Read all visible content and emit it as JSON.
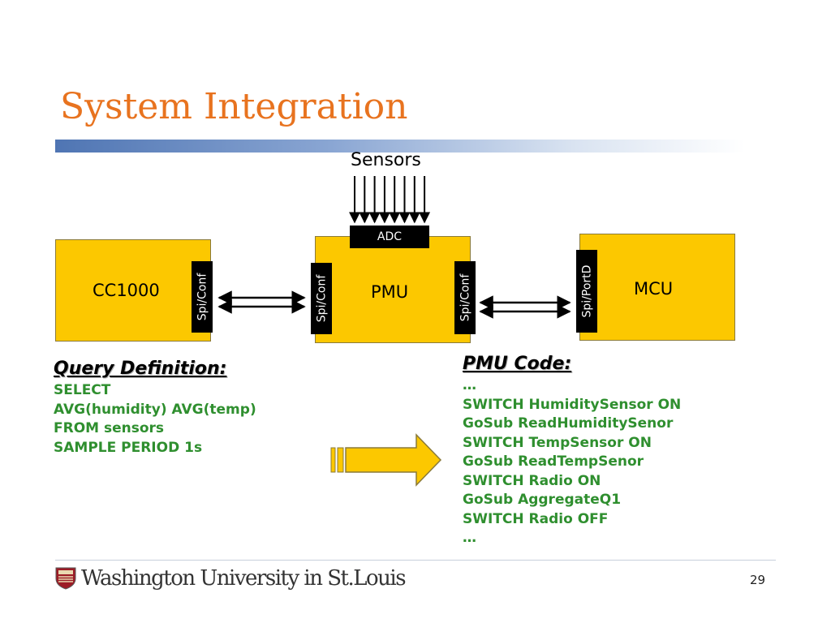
{
  "slide": {
    "title": "System Integration",
    "page_number": "29",
    "logo_text": "Washington University in St.Louis"
  },
  "diagram": {
    "sensors_label": "Sensors",
    "adc_label": "ADC",
    "cc1000": {
      "label": "CC1000",
      "port": "Spi/Conf"
    },
    "pmu": {
      "label": "PMU",
      "left_port": "Spi/Conf",
      "right_port": "Spi/Conf"
    },
    "mcu": {
      "label": "MCU",
      "port": "Spi/PortD"
    },
    "colors": {
      "box_fill": "#fcc800",
      "port_fill": "#000000",
      "title": "#e8731f",
      "code": "#2f8f2f"
    }
  },
  "query": {
    "heading": "Query Definition:",
    "lines": [
      "SELECT",
      "AVG(humidity) AVG(temp)",
      "FROM sensors",
      "SAMPLE PERIOD 1s"
    ]
  },
  "pmu_code": {
    "heading": "PMU Code:",
    "lines": [
      "…",
      "SWITCH HumiditySensor ON",
      "GoSub ReadHumiditySenor",
      "SWITCH TempSensor ON",
      "GoSub ReadTempSenor",
      "SWITCH Radio ON",
      "GoSub AggregateQ1",
      "SWITCH Radio OFF",
      "…"
    ]
  }
}
